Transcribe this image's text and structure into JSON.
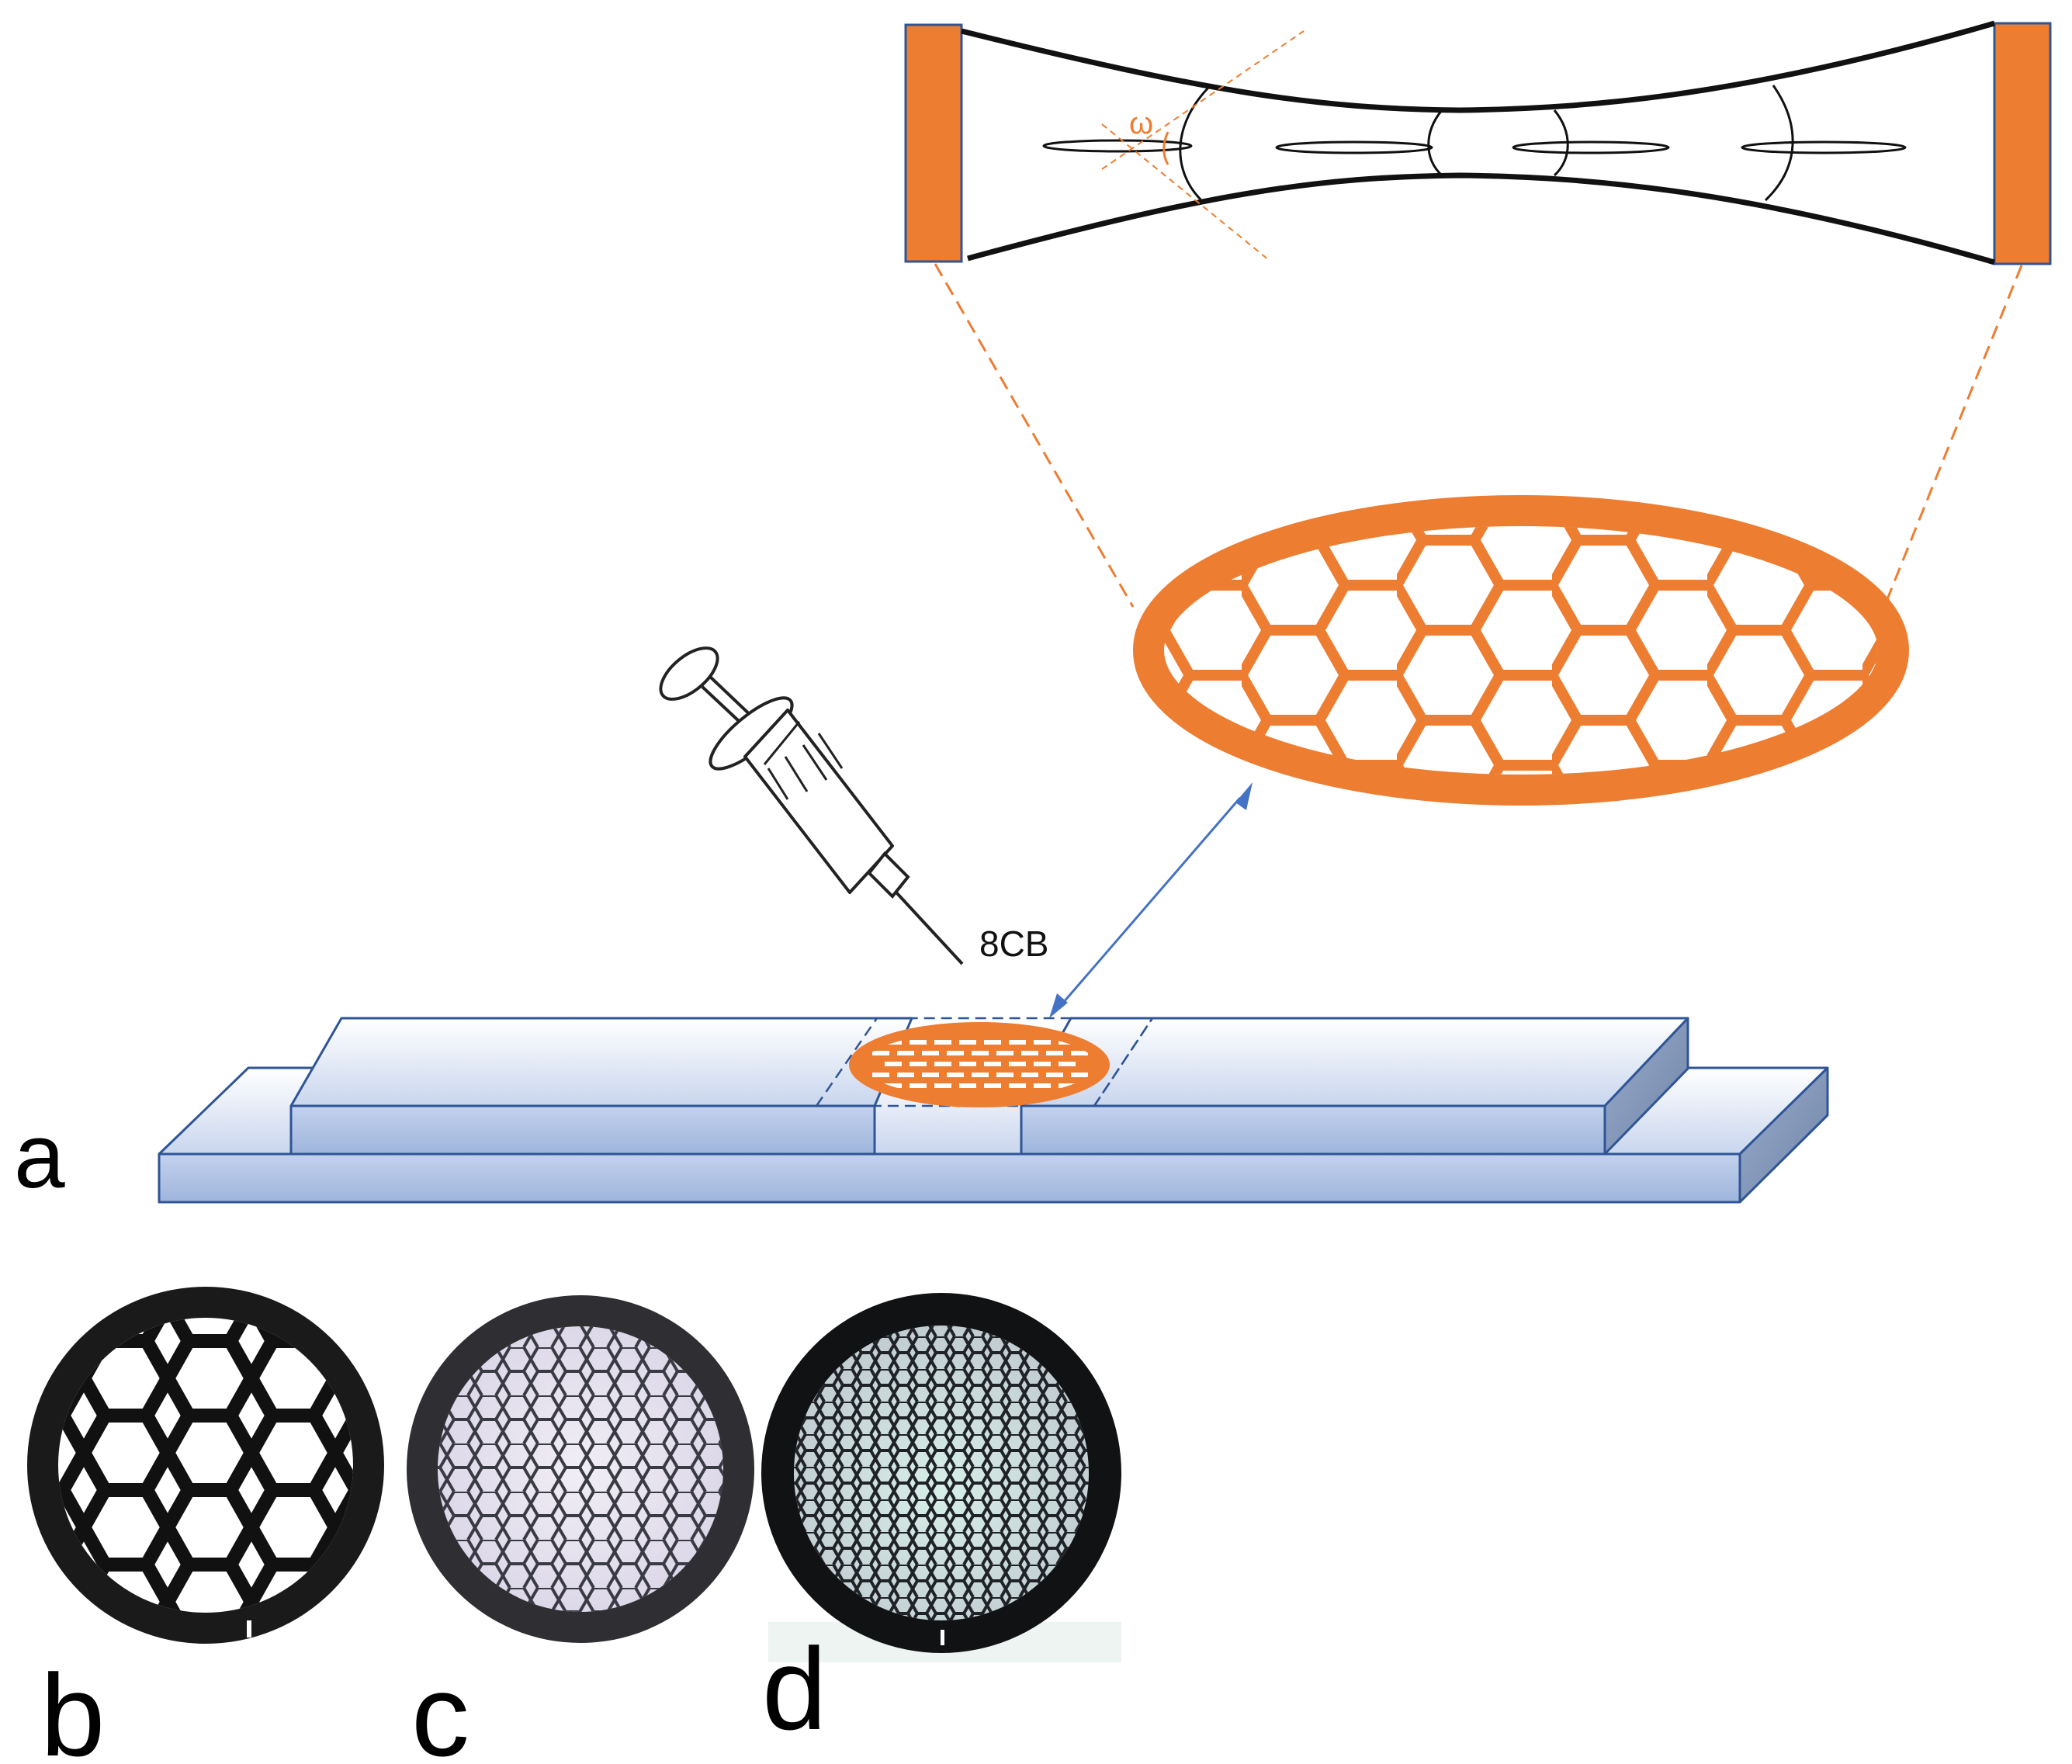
{
  "labels": {
    "panel_a": "a",
    "panel_b": "b",
    "panel_c": "c",
    "panel_d": "d",
    "material": "8CB",
    "angle_symbol": "ω"
  },
  "colors": {
    "orange": "#ED7D31",
    "glass_fill": "#D6E0F5",
    "glass_fill_dark": "#B4C7E7",
    "glass_side": "#8497B0",
    "glass_edge": "#2F5597",
    "arrow": "#4472C4",
    "grid_dark": "#111111"
  },
  "icons": {
    "syringe": "syringe-icon"
  }
}
